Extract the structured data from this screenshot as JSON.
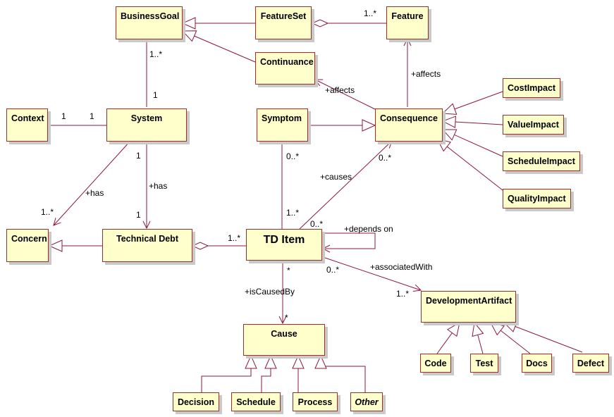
{
  "classes": {
    "business_goal": "BusinessGoal",
    "feature_set": "FeatureSet",
    "feature": "Feature",
    "continuance": "Continuance",
    "context": "Context",
    "system": "System",
    "symptom": "Symptom",
    "consequence": "Consequence",
    "cost_impact": "CostImpact",
    "value_impact": "ValueImpact",
    "schedule_impact": "ScheduleImpact",
    "quality_impact": "QualityImpact",
    "concern": "Concern",
    "technical_debt": "Technical Debt",
    "td_item": "TD Item",
    "development_artifact": "DevelopmentArtifact",
    "cause": "Cause",
    "code": "Code",
    "test": "Test",
    "docs": "Docs",
    "defect": "Defect",
    "decision": "Decision",
    "schedule": "Schedule",
    "process": "Process",
    "other": "Other"
  },
  "labels": {
    "fs_feature_mult": "1..*",
    "bg_system_mult_top": "1..*",
    "bg_system_mult_bottom": "1",
    "context_mult": "1",
    "system_context_mult": "1",
    "affects_feature": "+affects",
    "affects_continuance": "+affects",
    "system_td_mult_top": "1",
    "system_td_role": "+has",
    "system_td_mult_bottom": "1",
    "system_concern_role": "+has",
    "system_concern_mult": "1..*",
    "symptom_mult": "0..*",
    "symptom_td_mult": "1..*",
    "causes_role": "+causes",
    "causes_mult": "0..*",
    "td_self_mult": "0..*",
    "depends_on_role": "+depends on",
    "td_debt_mult": "1..*",
    "td_cause_mult_top": "*",
    "is_caused_by_role": "+isCausedBy",
    "td_cause_mult_bottom": "*",
    "artifact_mult_top": "0..*",
    "associated_with_role": "+associatedWith",
    "artifact_mult_bottom": "1..*"
  },
  "colors": {
    "box_fill": "#ffffcc",
    "box_border": "#a52a2a",
    "line": "#8b1a3a",
    "shadow": "#c9c9c9"
  }
}
